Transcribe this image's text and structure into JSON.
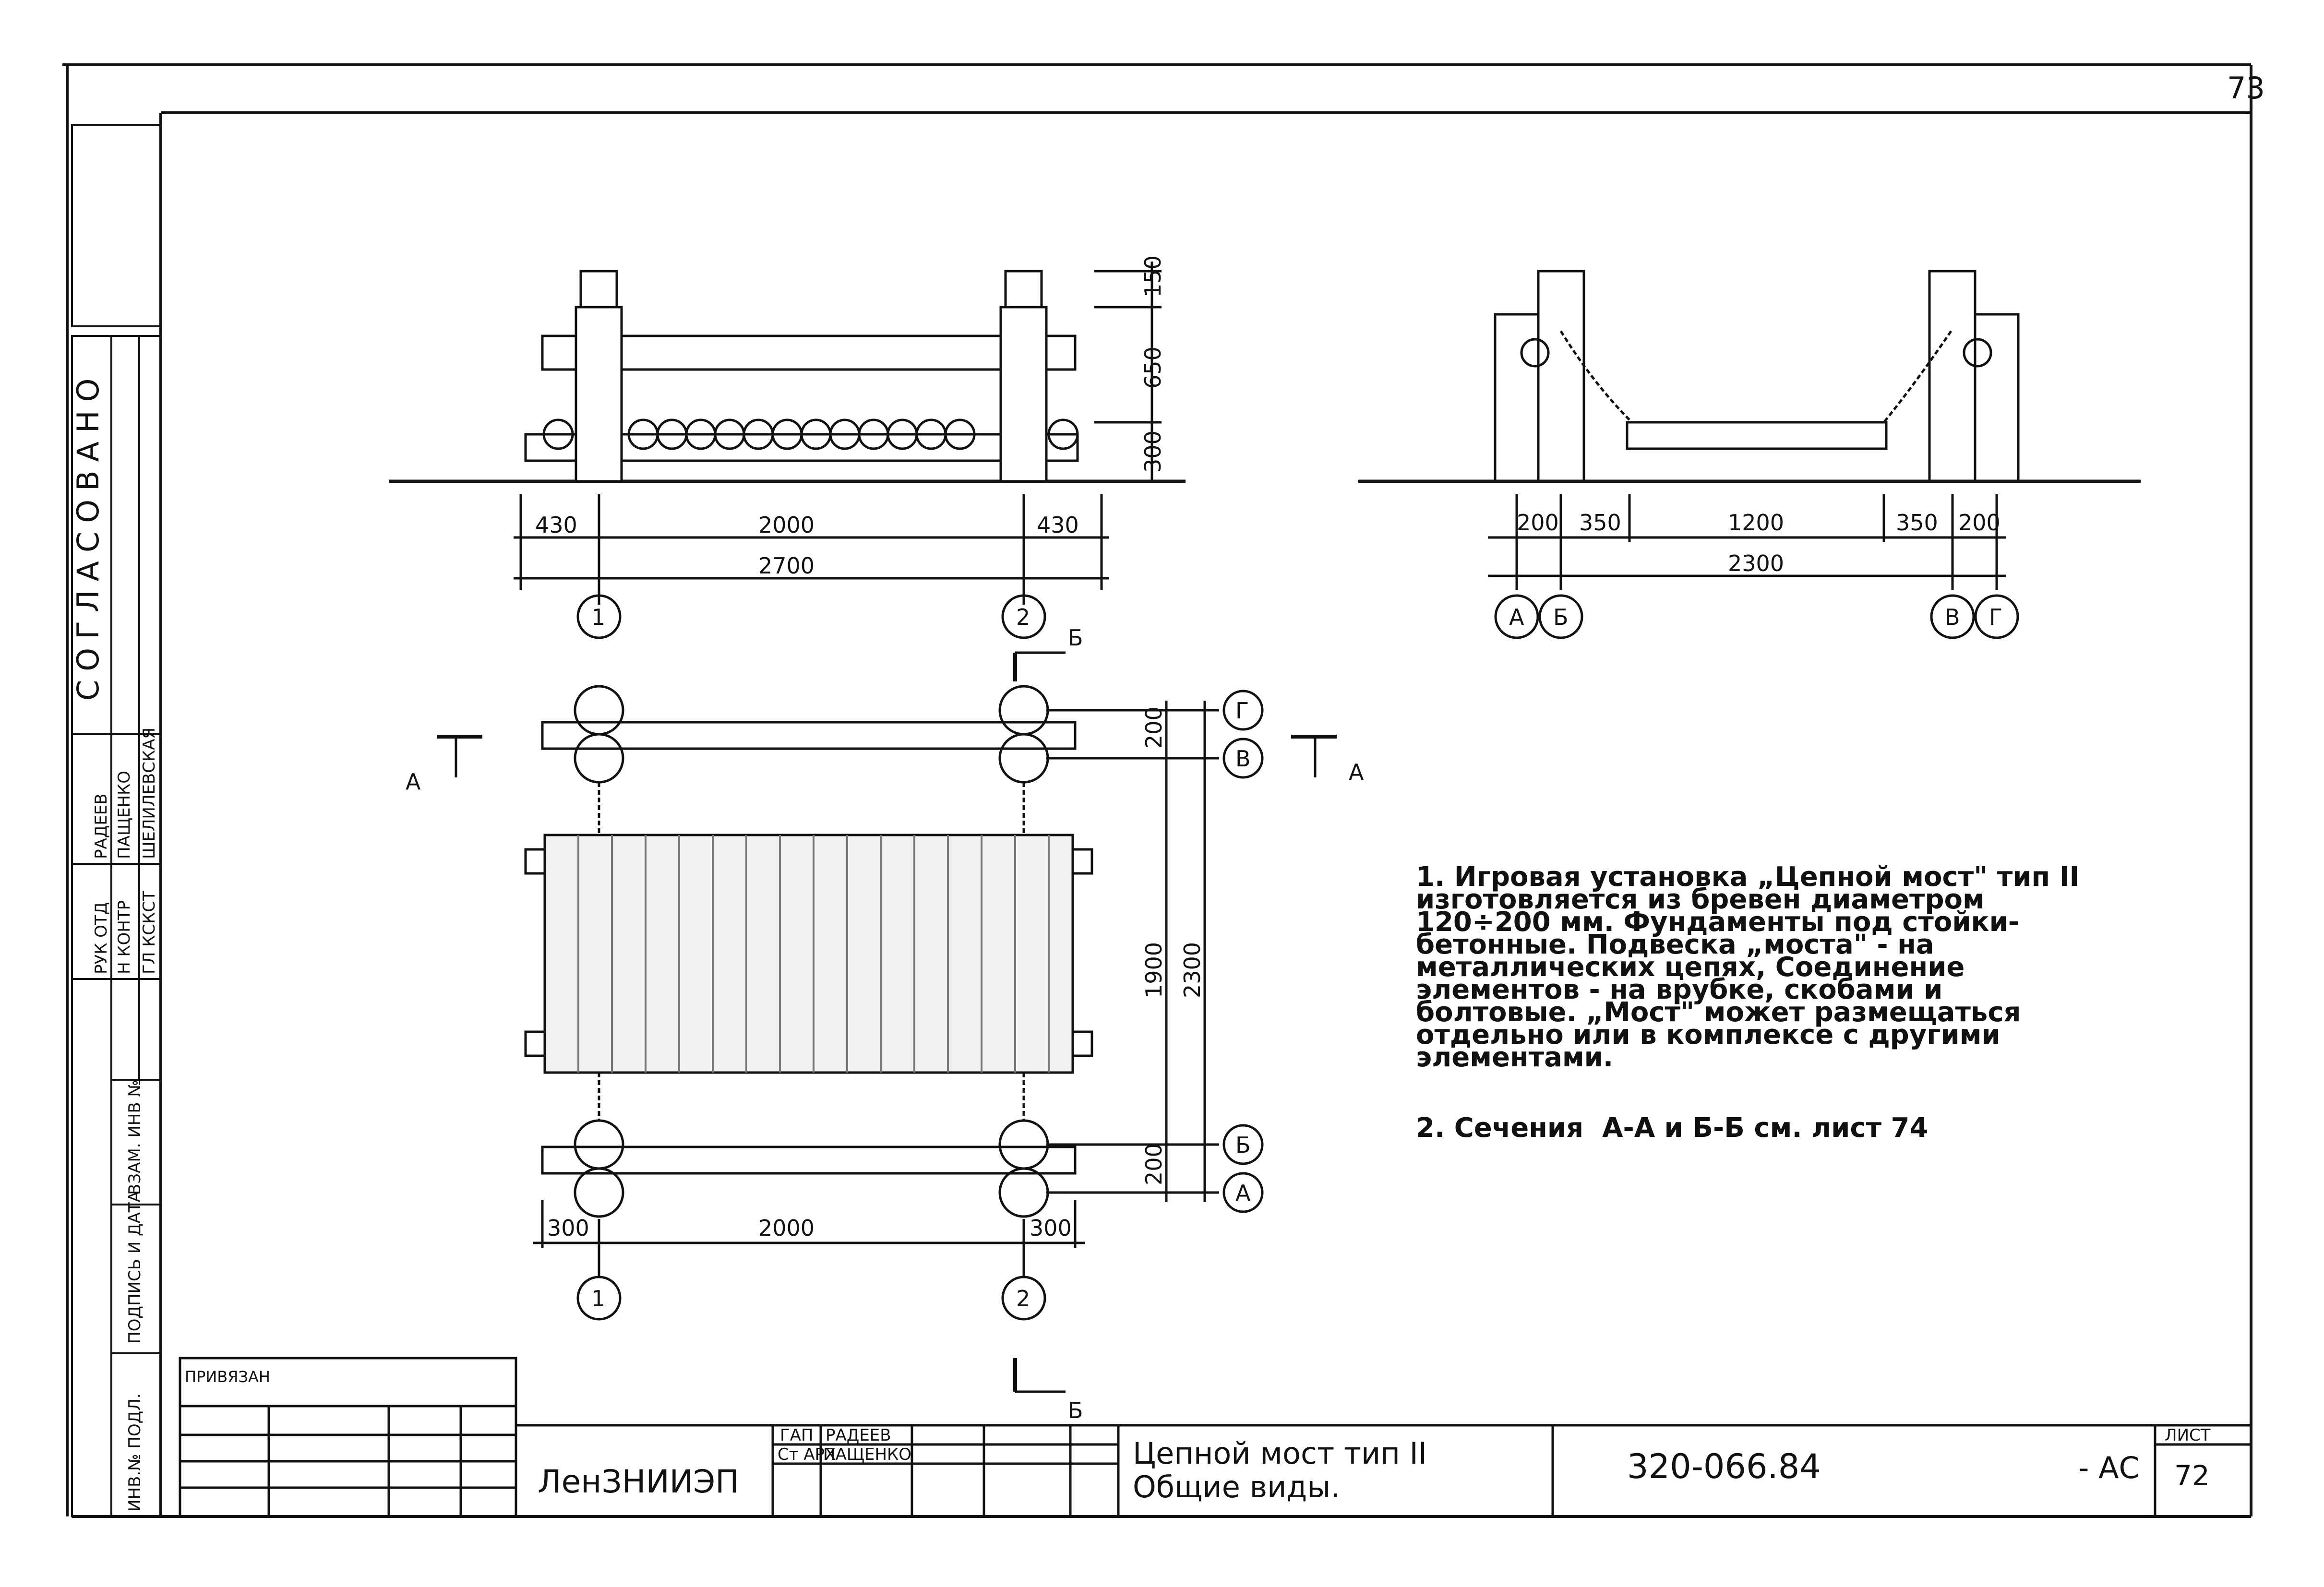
{
  "sheet_corner_number": "73",
  "approval": {
    "header": "СОГЛАСОВАНО",
    "rows": [
      {
        "role": "РУК ОТД",
        "name": "РАДЕЕВ"
      },
      {
        "role": "Н КОНТР",
        "name": "ПАЩЕНКО"
      },
      {
        "role": "ГЛ КСКСТ",
        "name": "ШЕЛИЛЕВСКАЯ"
      }
    ]
  },
  "side_columns": {
    "vzam": "ВЗАМ. ИНВ №",
    "podpis": "ПОДПИСЬ И ДАТА",
    "inv": "ИНВ.№ ПОДЛ."
  },
  "front_view": {
    "dims_vertical": [
      "150",
      "650",
      "300"
    ],
    "dims_bottom": [
      "430",
      "2000",
      "430"
    ],
    "dim_total": "2700",
    "axes": [
      "1",
      "2"
    ]
  },
  "side_view": {
    "dims_bottom": [
      "200",
      "350",
      "1200",
      "350",
      "200"
    ],
    "dim_total": "2300",
    "axes": [
      "А",
      "Б",
      "В",
      "Г"
    ]
  },
  "plan_view": {
    "dims_bottom": [
      "300",
      "2000",
      "300"
    ],
    "dims_right": [
      "200",
      "1900",
      "2300",
      "200"
    ],
    "axes_right": [
      "Г",
      "В",
      "Б",
      "А"
    ],
    "axes_bottom": [
      "1",
      "2"
    ],
    "section_A": "А",
    "section_B": "Б"
  },
  "notes": [
    "1. Игровая установка „Цепной мост\" тип II изготовляется из бревен диаметром 120÷200 мм. Фундаменты под стойки-бетонные. Подвеска „моста\" - на металлических цепях, Соединение элементов - на врубке, скобами и болтовые. „Мост\" может размещаться отдельно или в комплексе с другими элементами.",
    "2. Сечения  А-А и Б-Б см. лист 74"
  ],
  "title_block": {
    "privyazan": "ПРИВЯЗАН",
    "org": "ЛенЗНИИЭП",
    "signers": [
      {
        "role": "ГАП",
        "name": "РАДЕЕВ"
      },
      {
        "role": "Ст АРХ",
        "name": "ПАЩЕНКО"
      }
    ],
    "title_line1": "Цепной мост тип II",
    "title_line2": "Общие виды.",
    "code": "320-066.84",
    "suffix": "- АС",
    "list_label": "ЛИСТ",
    "list_number": "72"
  },
  "colors": {
    "ink": "#111111",
    "paper": "#ffffff",
    "wood": "#777777"
  }
}
